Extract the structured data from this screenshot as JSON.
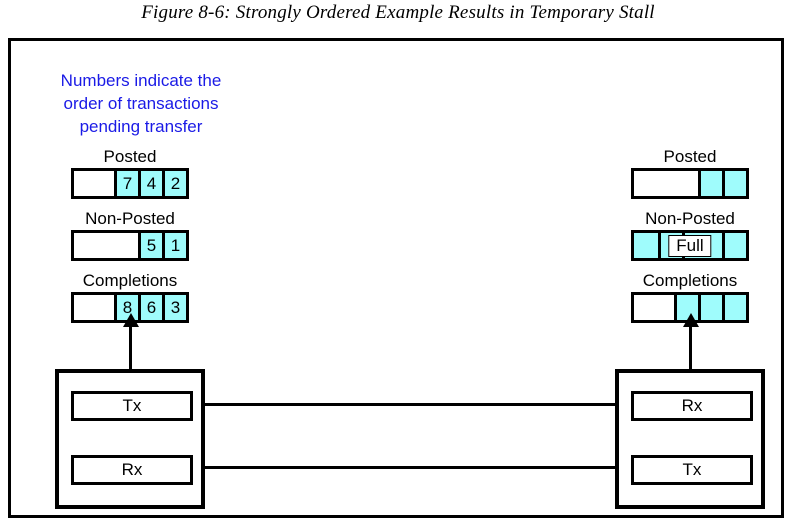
{
  "figure": {
    "title": "Figure 8-6: Strongly Ordered Example Results in Temporary Stall"
  },
  "annotation": {
    "line1": "Numbers indicate the",
    "line2": "order of transactions",
    "line3": "pending transfer",
    "color": "#1a1ae6"
  },
  "colors": {
    "filled_cell": "#9ffcfc",
    "empty_cell": "#ffffff",
    "outline": "#000000"
  },
  "left_queues": [
    {
      "label": "Posted",
      "cells": [
        {
          "value": "",
          "state": "empty",
          "width": 40
        },
        {
          "value": "7",
          "state": "filled",
          "width": 24
        },
        {
          "value": "4",
          "state": "filled",
          "width": 24
        },
        {
          "value": "2",
          "state": "filled",
          "width": 24
        }
      ]
    },
    {
      "label": "Non-Posted",
      "cells": [
        {
          "value": "",
          "state": "empty",
          "width": 64
        },
        {
          "value": "5",
          "state": "filled",
          "width": 24
        },
        {
          "value": "1",
          "state": "filled",
          "width": 24
        }
      ]
    },
    {
      "label": "Completions",
      "cells": [
        {
          "value": "",
          "state": "empty",
          "width": 40
        },
        {
          "value": "8",
          "state": "filled",
          "width": 24
        },
        {
          "value": "6",
          "state": "filled",
          "width": 24
        },
        {
          "value": "3",
          "state": "filled",
          "width": 24
        }
      ]
    }
  ],
  "right_queues": [
    {
      "label": "Posted",
      "overlay": "",
      "cells": [
        {
          "value": "",
          "state": "empty",
          "width": 64
        },
        {
          "value": "",
          "state": "filled",
          "width": 24
        },
        {
          "value": "",
          "state": "filled",
          "width": 24
        }
      ]
    },
    {
      "label": "Non-Posted",
      "overlay": "Full",
      "cells": [
        {
          "value": "",
          "state": "filled",
          "width": 24
        },
        {
          "value": "",
          "state": "filled",
          "width": 24
        },
        {
          "value": "",
          "state": "filled",
          "width": 40
        },
        {
          "value": "",
          "state": "filled",
          "width": 24
        }
      ]
    },
    {
      "label": "Completions",
      "overlay": "",
      "cells": [
        {
          "value": "",
          "state": "empty",
          "width": 40
        },
        {
          "value": "",
          "state": "filled",
          "width": 24
        },
        {
          "value": "",
          "state": "filled",
          "width": 24
        },
        {
          "value": "",
          "state": "filled",
          "width": 24
        }
      ]
    }
  ],
  "left_device": {
    "top_port": "Tx",
    "bottom_port": "Rx"
  },
  "right_device": {
    "top_port": "Rx",
    "bottom_port": "Tx"
  }
}
